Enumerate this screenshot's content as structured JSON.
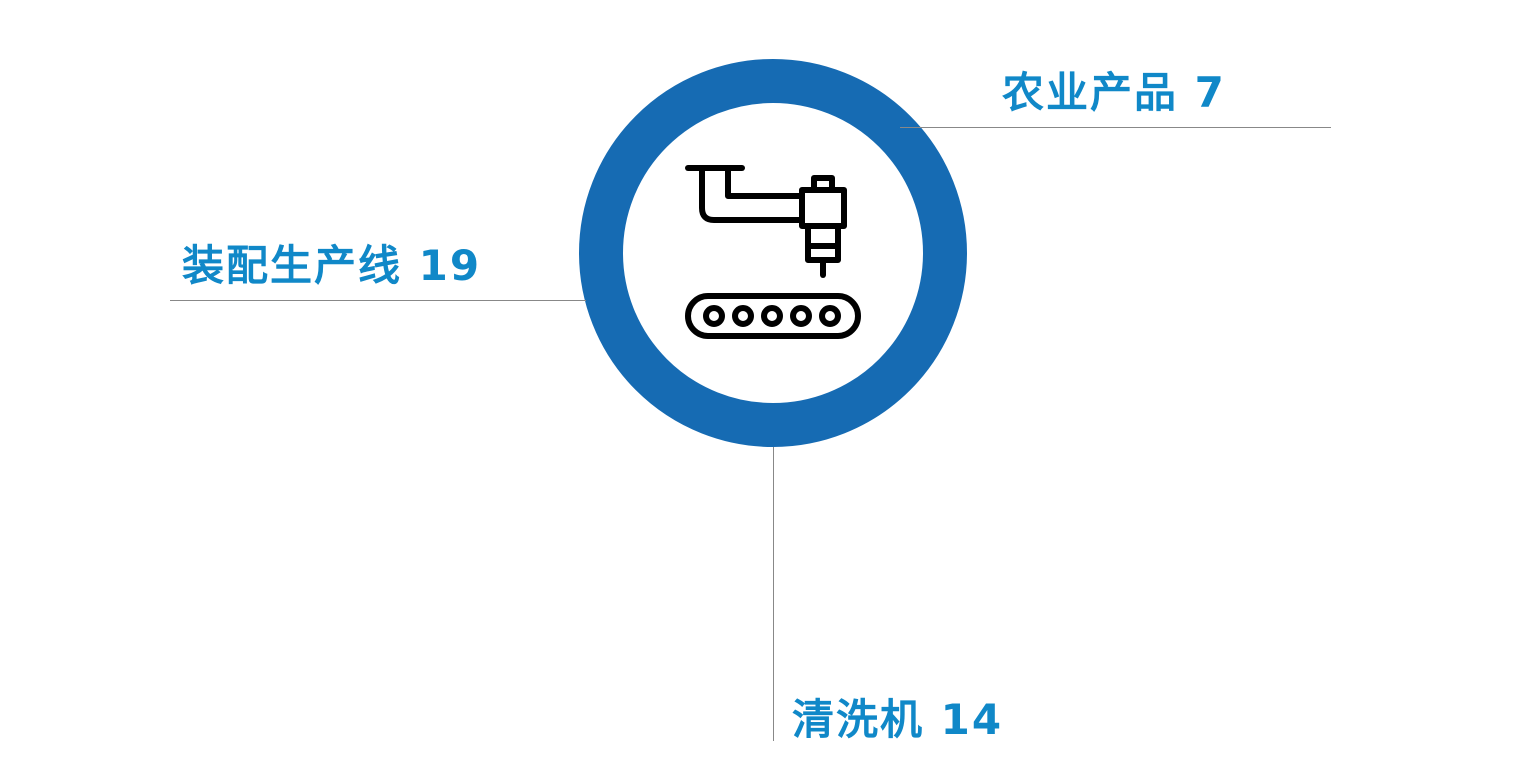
{
  "center_icon": "robot-arm-conveyor-icon",
  "colors": {
    "ring": "#166bb3",
    "label": "#1088c8",
    "leader": "#888888"
  },
  "items": [
    {
      "name": "农业产品",
      "count": "7"
    },
    {
      "name": "装配生产线",
      "count": "19"
    },
    {
      "name": "清洗机",
      "count": "14"
    }
  ]
}
